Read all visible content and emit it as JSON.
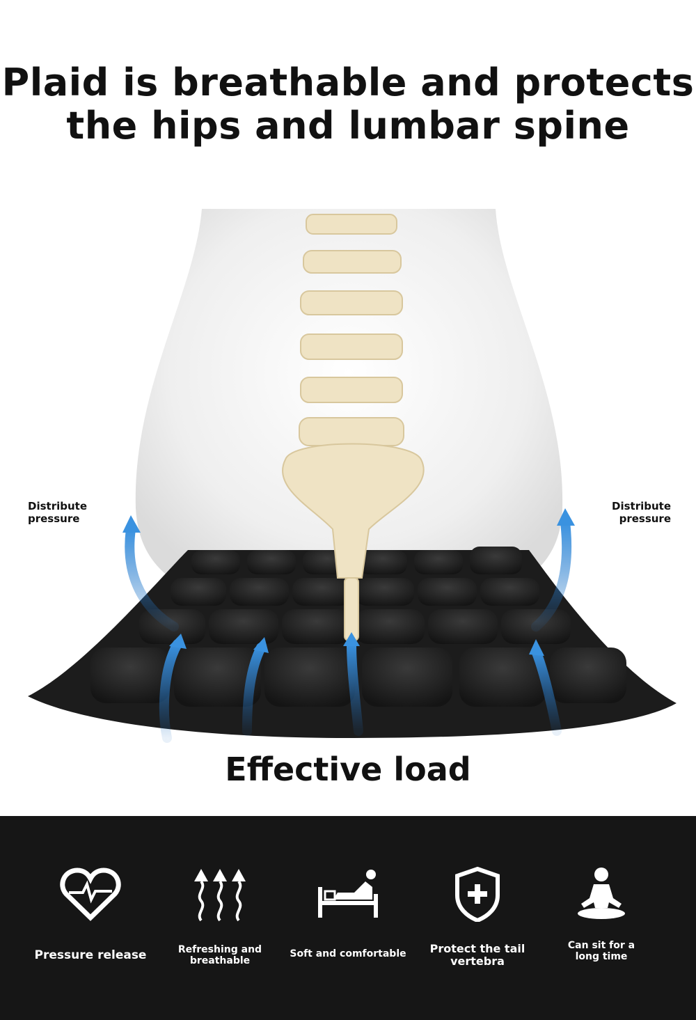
{
  "headline": {
    "line1": "Plaid is breathable and protects",
    "line2": "the hips and lumbar spine"
  },
  "side_labels": {
    "left": [
      "Distribute",
      "pressure"
    ],
    "right": [
      "Distribute",
      "pressure"
    ]
  },
  "caption": "Effective load",
  "colors": {
    "band": "#161616",
    "arrow_blue": "#2b7fd0",
    "bone": "#efe3c4",
    "cushion": "#1c1c1c"
  },
  "features": [
    {
      "icon": "heart-pulse-icon",
      "label": [
        "Pressure release"
      ]
    },
    {
      "icon": "breathable-arrows-icon",
      "label": [
        "Refreshing and",
        "breathable"
      ]
    },
    {
      "icon": "bed-icon",
      "label": [
        "Soft and comfortable"
      ]
    },
    {
      "icon": "shield-plus-icon",
      "label": [
        "Protect the tail",
        "vertebra"
      ]
    },
    {
      "icon": "sitting-person-icon",
      "label": [
        "Can sit for a",
        "long time"
      ]
    }
  ]
}
